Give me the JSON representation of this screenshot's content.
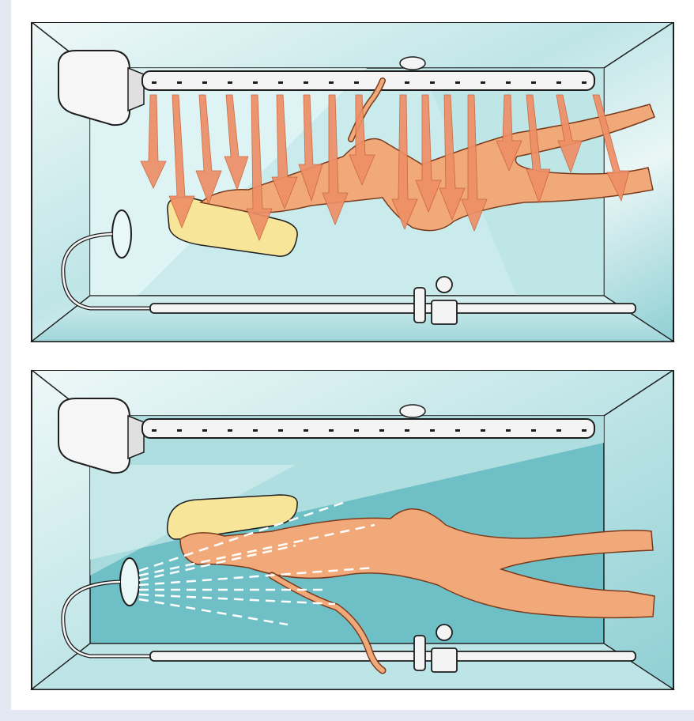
{
  "figure": {
    "description_visible_text": "",
    "panels": [
      {
        "id": "top",
        "depiction": "shower-cabin-overhead-spray",
        "icon": "shower-rail-nozzles"
      },
      {
        "id": "bottom",
        "depiction": "shower-cabin-handheld-spray",
        "icon": "hand-shower"
      }
    ]
  },
  "colors": {
    "background": "#e3e7f2",
    "frame": "#ffffff",
    "glass_light": "#dff2f2",
    "glass_mid": "#a9dcdf",
    "glass_dark": "#5fb7bf",
    "skin": "#f2a97a",
    "skin_outline": "#7a3b1c",
    "hair": "#f7e69a",
    "water_arrow": "#ee8f66",
    "spray_line": "#ffffff",
    "chrome": "#f4f4f4",
    "outline": "#1d1d1d"
  }
}
